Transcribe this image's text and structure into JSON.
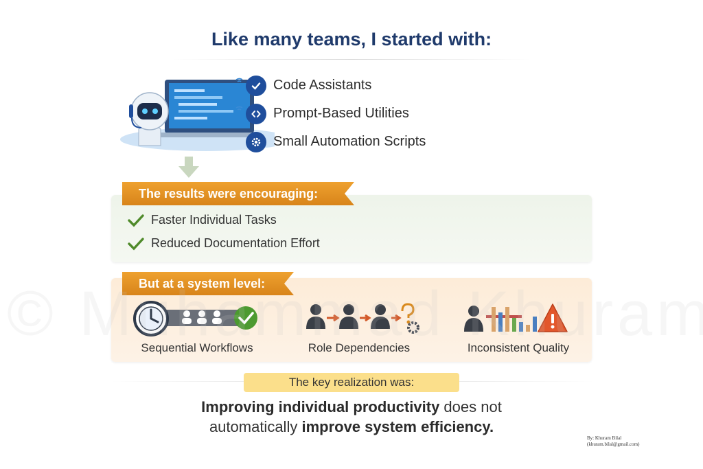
{
  "title": "Like many teams, I started with:",
  "tools": [
    {
      "label": "Code Assistants",
      "icon": "check-icon"
    },
    {
      "label": "Prompt-Based Utilities",
      "icon": "code-brackets-icon"
    },
    {
      "label": "Small Automation Scripts",
      "icon": "gear-icon"
    }
  ],
  "results": {
    "heading": "The results were encouraging:",
    "items": [
      "Faster Individual Tasks",
      "Reduced Documentation Effort"
    ]
  },
  "system": {
    "heading": "But at a system level:",
    "items": [
      {
        "label": "Sequential Workflows",
        "icon": "clock-queue-icon"
      },
      {
        "label": "Role Dependencies",
        "icon": "handoff-chain-icon"
      },
      {
        "label": "Inconsistent Quality",
        "icon": "warning-chart-icon"
      }
    ]
  },
  "key": {
    "label": "The key realization was:",
    "line1_bold": "Improving individual productivity",
    "line1_rest": " does not",
    "line2_start": "automatically ",
    "line2_bold": "improve system efficiency."
  },
  "byline": {
    "line1": "By: Khuram Bilal",
    "line2": "(khuram.bilal@gmail.com)"
  },
  "watermark": "© Muhammad Khuram",
  "colors": {
    "title": "#1f3a6b",
    "accent_blue": "#1f4e9c",
    "banner_orange": "#e59526",
    "check_green": "#4f8a2a",
    "highlight": "#fbdf8b"
  }
}
